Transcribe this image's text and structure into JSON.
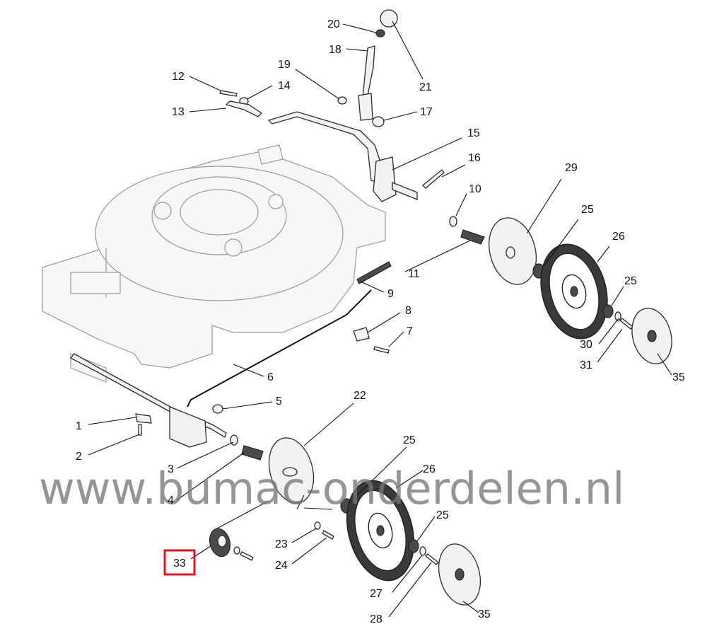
{
  "watermark": "www.bumac-onderdelen.nl",
  "highlight_color": "#e0161f",
  "labels": {
    "n1": "1",
    "n2": "2",
    "n3": "3",
    "n4": "4",
    "n5": "5",
    "n6": "6",
    "n7": "7",
    "n8": "8",
    "n9": "9",
    "n10": "10",
    "n11": "11",
    "n12": "12",
    "n13": "13",
    "n14": "14",
    "n15": "15",
    "n16": "16",
    "n17": "17",
    "n18": "18",
    "n19": "19",
    "n20": "20",
    "n21": "21",
    "n22": "22",
    "n23": "23",
    "n24": "24",
    "n25a": "25",
    "n25b": "25",
    "n25c": "25",
    "n25d": "25",
    "n26a": "26",
    "n26b": "26",
    "n27": "27",
    "n28": "28",
    "n29": "29",
    "n30": "30",
    "n31": "31",
    "n33": "33",
    "n35a": "35",
    "n35b": "35"
  }
}
